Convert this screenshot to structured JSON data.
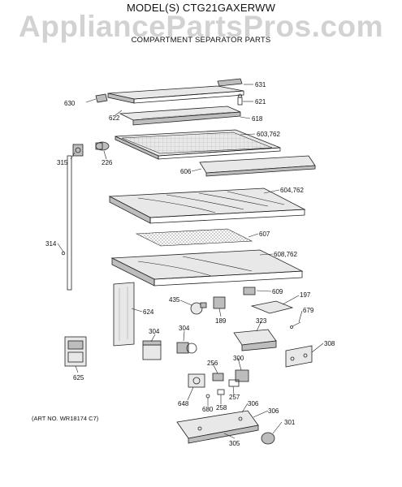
{
  "header": {
    "model": "MODEL(S) CTG21GAXERWW",
    "watermark": "AppliancePartsPros.com",
    "subtitle": "COMPARTMENT SEPARATOR PARTS"
  },
  "art_number": "(ART NO. WR18174 C7)",
  "callouts": [
    "631",
    "630",
    "621",
    "622",
    "618",
    "603,762",
    "315",
    "226",
    "606",
    "604,762",
    "314",
    "607",
    "608,762",
    "609",
    "197",
    "435",
    "624",
    "189",
    "679",
    "323",
    "304",
    "304",
    "308",
    "300",
    "256",
    "625",
    "257",
    "648",
    "258",
    "306",
    "680",
    "306",
    "301",
    "305"
  ]
}
